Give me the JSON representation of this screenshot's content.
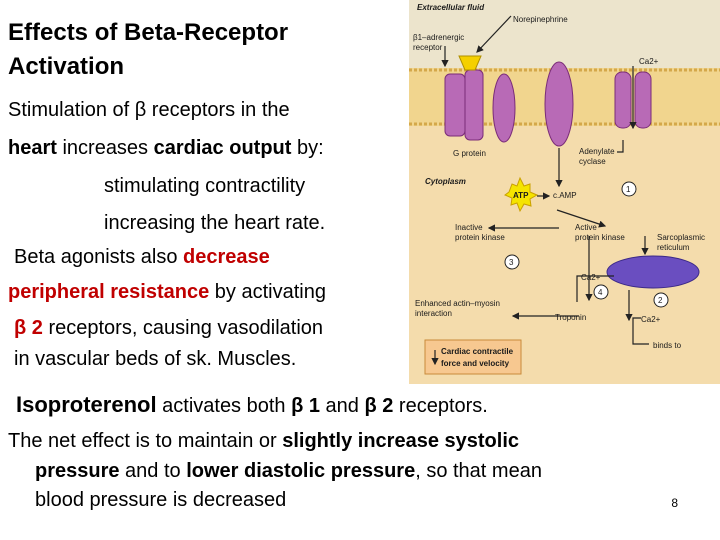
{
  "slide": {
    "title_line1": "Effects of Beta-Receptor",
    "title_line2": "Activation",
    "para1": {
      "l1_a": "Stimulation of  β receptors in the",
      "l2_a": "heart",
      "l2_b": " increases ",
      "l2_c": "cardiac output",
      "l2_d": " by:",
      "l3": "stimulating contractility",
      "l4": "increasing the heart rate."
    },
    "para2": {
      "l1_a": "Beta agonists also ",
      "l1_b": "decrease",
      "l2_a": "peripheral resistance",
      "l2_b": " by activating",
      "l3_a": "β 2",
      "l3_b": " receptors, causing vasodilation",
      "l4": "in vascular beds of sk. Muscles."
    },
    "para3": {
      "a": "Isoproterenol",
      "b": " activates both  ",
      "c": "β 1",
      "d": " and  ",
      "e": "β 2",
      "f": " receptors."
    },
    "para4": {
      "l1_a": "The net effect is to maintain or ",
      "l1_b": "slightly increase systolic",
      "l2_a": "pressure",
      "l2_b": " and to ",
      "l2_c": "lower diastolic pressure",
      "l2_d": ", so that mean",
      "l3": "blood pressure is decreased"
    },
    "page_number": "8"
  },
  "diagram": {
    "extracellular": "Extracellular fluid",
    "norepinephrine": "Norepinephrine",
    "receptor_l1": "β1–adrenergic",
    "receptor_l2": "receptor",
    "ca_top": "Ca2+",
    "g_protein": "G protein",
    "adenylate_l1": "Adenylate",
    "adenylate_l2": "cyclase",
    "cytoplasm": "Cytoplasm",
    "atp": "ATP",
    "camp": "c.AMP",
    "num1": "1",
    "inactive_l1": "Inactive",
    "inactive_l2": "protein kinase",
    "active_l1": "Active",
    "active_l2": "protein kinase",
    "sarco_l1": "Sarcoplasmic",
    "sarco_l2": "reticulum",
    "num3": "3",
    "ca_mid": "Ca2+",
    "num4": "4",
    "num2": "2",
    "enhanced_l1": "Enhanced actin–myosin",
    "enhanced_l2": "interaction",
    "troponin": "Troponin",
    "ca_low": "Ca2+",
    "binds_to": "binds to",
    "contractile_l1": "Cardiac contractile",
    "contractile_l2": "force and velocity",
    "colors": {
      "membrane": "#f1d58e",
      "cytoplasm": "#f4dcac",
      "protein": "#b86ab6",
      "protein_dark": "#8a2f86",
      "atp": "#f5e400"
    }
  }
}
